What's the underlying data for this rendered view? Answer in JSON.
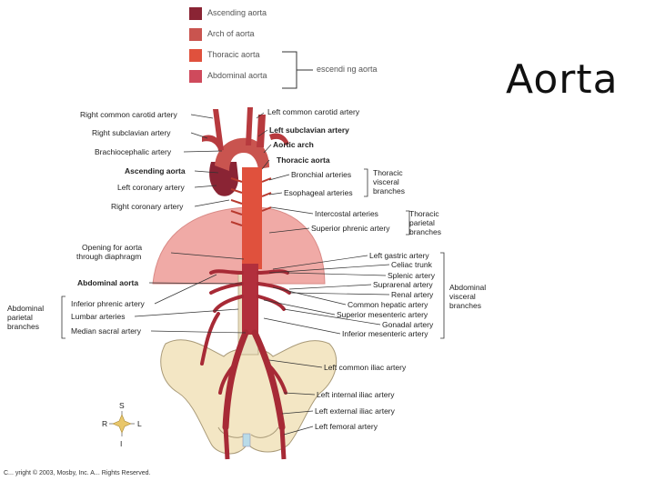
{
  "title": "Aorta",
  "legend": [
    {
      "label": "Ascending aorta",
      "color": "#8a2434"
    },
    {
      "label": "Arch of aorta",
      "color": "#c9544f"
    },
    {
      "label": "Thoracic aorta",
      "color": "#e0513d"
    },
    {
      "label": "Abdominal aorta",
      "color": "#cf4a5c"
    }
  ],
  "legend_group_label": "escendi ng aorta",
  "left_labels": {
    "right_common_carotid": "Right common carotid artery",
    "right_subclavian": "Right subclavian artery",
    "brachiocephalic": "Brachiocephalic artery",
    "ascending_aorta": "Ascending aorta",
    "left_coronary": "Left coronary artery",
    "right_coronary": "Right coronary artery",
    "opening_line1": "Opening for aorta",
    "opening_line2": "through diaphragm",
    "abdominal_aorta": "Abdominal aorta",
    "inferior_phrenic": "Inferior phrenic artery",
    "lumbar": "Lumbar arteries",
    "median_sacral": "Median sacral artery",
    "abdominal_parietal_1": "Abdominal",
    "abdominal_parietal_2": "parietal",
    "abdominal_parietal_3": "branches"
  },
  "right_labels": {
    "left_common_carotid": "Left common carotid artery",
    "left_subclavian": "Left subclavian artery",
    "aortic_arch": "Aortic arch",
    "thoracic_aorta": "Thoracic aorta",
    "bronchial": "Bronchial arteries",
    "esophageal": "Esophageal arteries",
    "thoracic_visceral_1": "Thoracic",
    "thoracic_visceral_2": "visceral",
    "thoracic_visceral_3": "branches",
    "intercostal": "Intercostal arteries",
    "superior_phrenic": "Superior phrenic artery",
    "thoracic_parietal_1": "Thoracic",
    "thoracic_parietal_2": "parietal",
    "thoracic_parietal_3": "branches",
    "left_gastric": "Left gastric artery",
    "celiac": "Celiac trunk",
    "splenic": "Splenic artery",
    "suprarenal": "Suprarenal artery",
    "renal": "Renal artery",
    "common_hepatic": "Common hepatic artery",
    "superior_mesenteric": "Superior mesenteric artery",
    "gonadal": "Gonadal artery",
    "inferior_mesenteric": "Inferior mesenteric artery",
    "abdominal_visceral_1": "Abdominal",
    "abdominal_visceral_2": "visceral",
    "abdominal_visceral_3": "branches",
    "left_common_iliac": "Left common iliac artery",
    "left_internal_iliac": "Left internal iliac artery",
    "left_external_iliac": "Left external iliac artery",
    "left_femoral": "Left femoral artery"
  },
  "compass": {
    "s": "S",
    "r": "R",
    "l": "L",
    "i": "I"
  },
  "copyright": "C... yright © 2003, Mosby, Inc. A... Rights Reserved."
}
